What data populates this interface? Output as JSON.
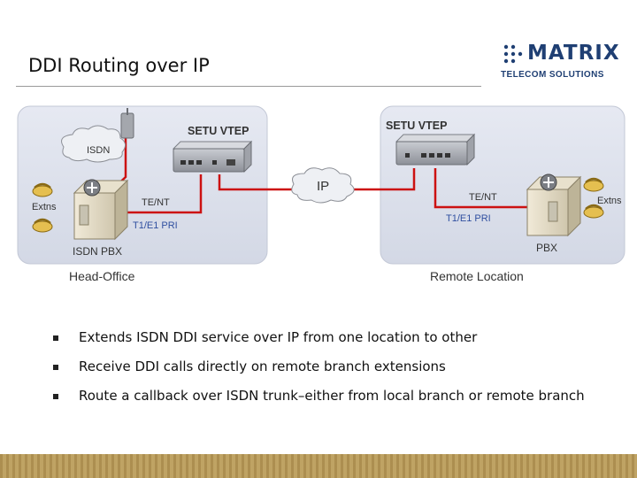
{
  "slide": {
    "title": "DDI Routing over IP"
  },
  "logo": {
    "brand": "MATRIX",
    "tagline": "TELECOM SOLUTIONS",
    "color": "#1f3f73"
  },
  "diagram": {
    "head_office": {
      "caption": "Head-Office",
      "vtep_label": "SETU VTEP",
      "isdn_cloud_label": "ISDN",
      "pbx_label": "ISDN PBX",
      "extns_label": "Extns",
      "te_nt_label": "TE/NT",
      "pri_label": "T1/E1 PRI"
    },
    "remote": {
      "caption": "Remote Location",
      "vtep_label": "SETU VTEP",
      "pbx_label": "PBX",
      "extns_label": "Extns",
      "te_nt_label": "TE/NT",
      "pri_label": "T1/E1 PRI"
    },
    "ip_cloud_label": "IP",
    "link_color": "#cc1111",
    "pri_text_color": "#3050a0",
    "panel_color": "#dfe3ee"
  },
  "bullets": [
    "Extends  ISDN DDI service over IP from one location to other",
    "Receive DDI calls directly on remote branch  extensions",
    "Route a callback over  ISDN trunk–either from local  branch or  remote branch"
  ],
  "footer": {
    "color": "#b89a58"
  }
}
